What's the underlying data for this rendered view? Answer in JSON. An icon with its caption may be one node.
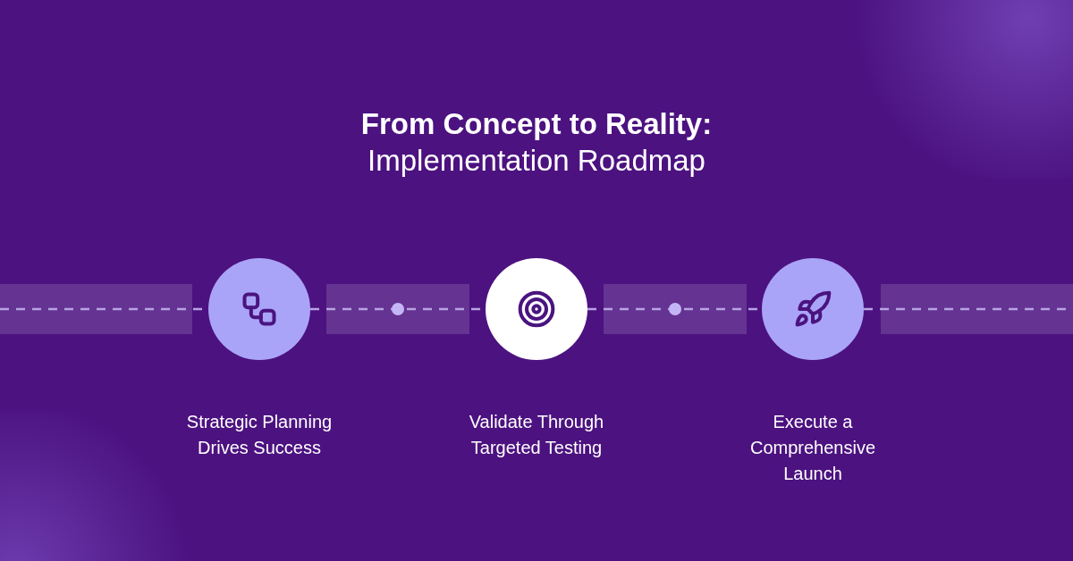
{
  "diagram": {
    "title": "**From Concept to Reality:** Implementation Roadmap",
    "nodes": [
      {
        "text": [],
        "shape": "circle",
        "beside": [
          "Strategic Planning Drives Success"
        ]
      },
      {
        "text": [],
        "shape": "circle",
        "beside": [
          "Validate Through Targeted Testing"
        ]
      },
      {
        "text": [],
        "shape": "circle",
        "beside": [
          "Execute a Comprehensive Launch"
        ]
      }
    ],
    "edges": [
      {
        "from": null,
        "to": 0,
        "arrow": "none",
        "style": "dashed"
      },
      {
        "from": 0,
        "to": 1,
        "arrow": "none",
        "style": "dashed"
      },
      {
        "from": 1,
        "to": 2,
        "arrow": "none",
        "style": "dashed"
      },
      {
        "from": 2,
        "to": null,
        "arrow": "none",
        "style": "dashed"
      }
    ]
  }
}
